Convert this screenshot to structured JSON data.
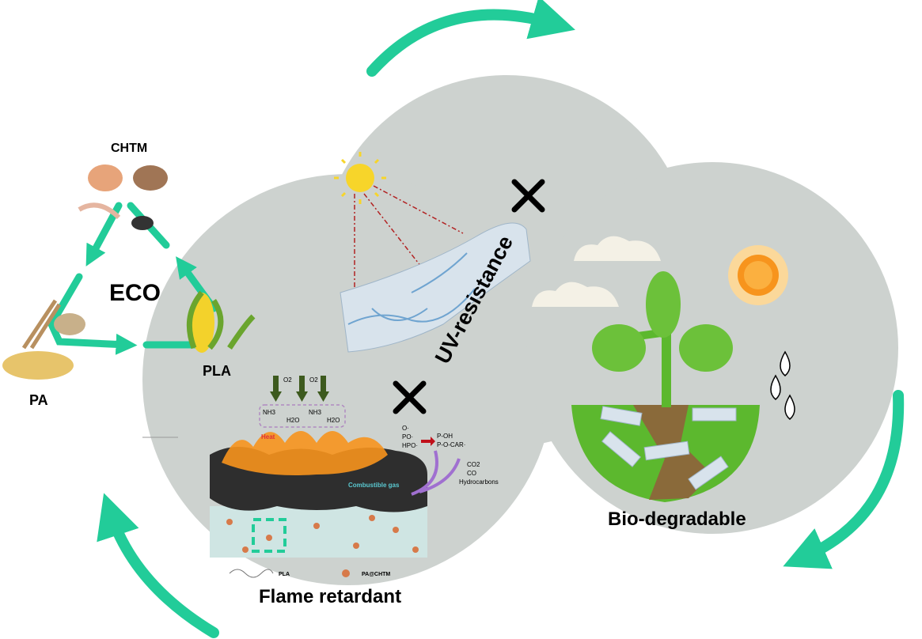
{
  "eco_cycle": {
    "center_label": "ECO",
    "top_label": "CHTM",
    "left_label": "PA",
    "right_label": "PLA"
  },
  "uv": {
    "label": "UV-resistance"
  },
  "biodegradable": {
    "label": "Bio-degradable"
  },
  "flame": {
    "label": "Flame retardant",
    "o2": "O2",
    "nh3": "NH3",
    "h2o": "H2O",
    "heat": "Heat",
    "combustible": "Combustible gas",
    "radicals": [
      "O·",
      "PO·",
      "HPO·"
    ],
    "products": [
      "P-OH",
      "P-O-CAR·"
    ],
    "gases": [
      "CO2",
      "CO",
      "Hydrocarbons"
    ],
    "legend_pla": "PLA",
    "legend_pa": "PA@CHTM"
  },
  "colors": {
    "accent": "#22cc99",
    "blob": "#cdd2cf",
    "leaf": "#5cb82e",
    "soil": "#8a6a3a"
  }
}
